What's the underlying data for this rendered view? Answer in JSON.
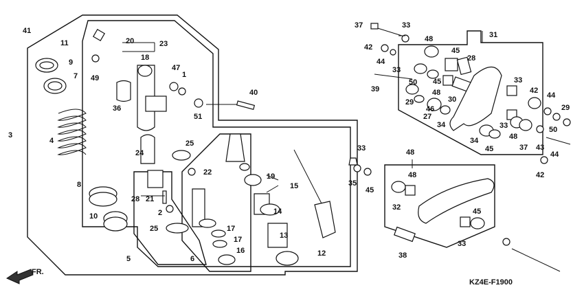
{
  "diagram": {
    "code": "KZ4E-F1900",
    "fr_label": "FR.",
    "callouts": [
      "41",
      "11",
      "20",
      "23",
      "18",
      "9",
      "7",
      "49",
      "47",
      "1",
      "36",
      "40",
      "51",
      "3",
      "4",
      "24",
      "25",
      "22",
      "19",
      "15",
      "8",
      "28",
      "21",
      "2",
      "14",
      "10",
      "25",
      "17",
      "13",
      "17",
      "12",
      "5",
      "6",
      "16",
      "37",
      "33",
      "48",
      "31",
      "42",
      "44",
      "45",
      "28",
      "39",
      "33",
      "30",
      "50",
      "29",
      "46",
      "27",
      "34",
      "45",
      "48",
      "33",
      "42",
      "44",
      "29",
      "50",
      "34",
      "45",
      "48",
      "33",
      "37",
      "43",
      "44",
      "42",
      "33",
      "35",
      "45",
      "48",
      "48",
      "32",
      "45",
      "38",
      "33"
    ]
  }
}
